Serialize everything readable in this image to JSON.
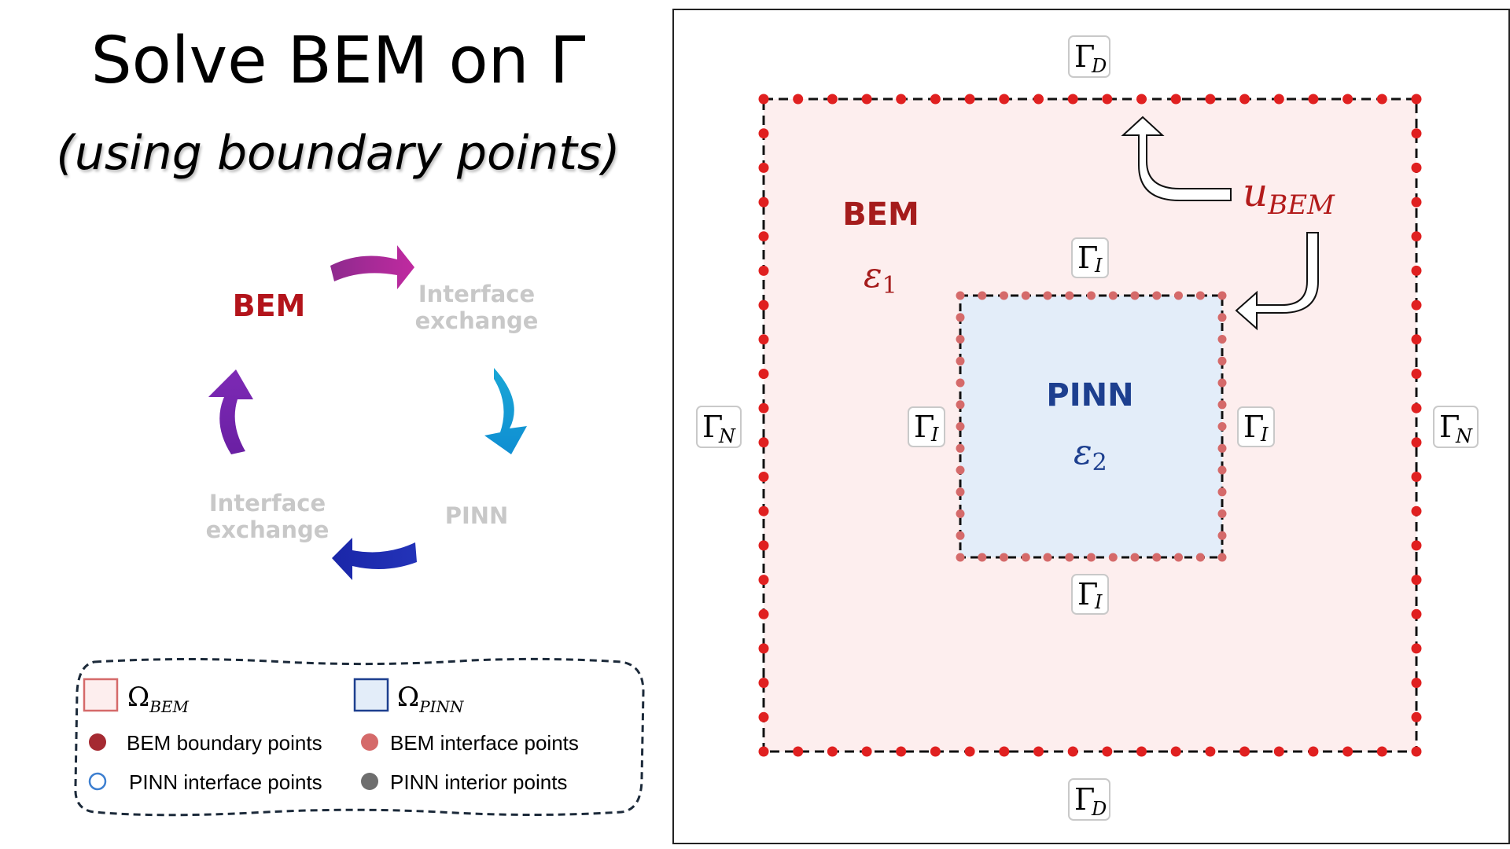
{
  "title": {
    "main": "Solve BEM on Γ",
    "subtitle": "(using boundary points)"
  },
  "cycle": {
    "labels": {
      "bem": "BEM",
      "interface_top_1": "Interface",
      "interface_top_2": "exchange",
      "pinn": "PINN",
      "interface_bottom_1": "Interface",
      "interface_bottom_2": "exchange"
    },
    "colors": {
      "bem": "#b3141b",
      "faded": "#c8c8c8"
    }
  },
  "legend": {
    "omega_bem_symbol": "Ω",
    "omega_bem_sub": "BEM",
    "omega_pinn_symbol": "Ω",
    "omega_pinn_sub": "PINN",
    "bem_boundary_points": "BEM boundary points",
    "bem_interface_points": "BEM interface points",
    "pinn_interface_points": "PINN interface points",
    "pinn_interior_points": "PINN interior points"
  },
  "domain": {
    "bem_label": "BEM",
    "eps1_symbol": "ε",
    "eps1_sub": "1",
    "pinn_label": "PINN",
    "eps2_symbol": "ε",
    "eps2_sub": "2",
    "u_symbol": "u",
    "u_sub": "BEM",
    "gamma_symbol": "Γ",
    "gamma_d": "D",
    "gamma_n": "N",
    "gamma_i": "I",
    "colors": {
      "bem_fill": "#fdeeee",
      "pinn_fill": "#e3edf9",
      "boundary_point": "#e02020",
      "interface_point": "#d56a6a",
      "bem_text": "#a51c1c",
      "pinn_text": "#1d3f8f",
      "u_text": "#b31b1b"
    }
  }
}
